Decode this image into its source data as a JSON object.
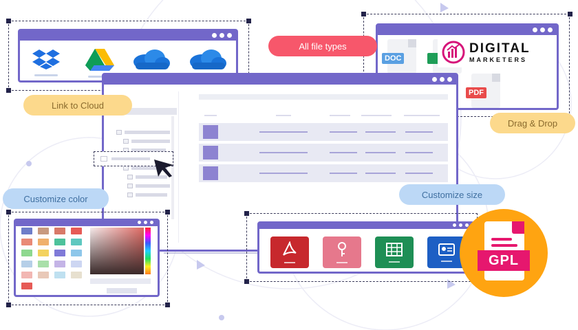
{
  "callouts": {
    "all_file_types": "All file types",
    "link_to_cloud": "Link to Cloud",
    "drag_and_drop": "Drag & Drop",
    "customize_color": "Customize color",
    "customize_size": "Customize size"
  },
  "file_types": {
    "doc": "DOC",
    "pdf": "PDF"
  },
  "brand": {
    "main": "DIGITAL",
    "sub": "MARKETERS"
  },
  "badge": {
    "label": "GPL"
  },
  "colors": {
    "window_accent": "#7267c9",
    "pdf_red": "#d9323a",
    "badge_orange": "#ffa411",
    "badge_pink": "#e6176e"
  },
  "icons": [
    "dropbox-icon",
    "google-drive-icon",
    "onedrive-icon",
    "onedrive-icon",
    "cursor-arrow-icon",
    "pdf-icon",
    "key-icon",
    "spreadsheet-icon",
    "id-card-icon",
    "bar-chart-icon",
    "document-icon"
  ]
}
